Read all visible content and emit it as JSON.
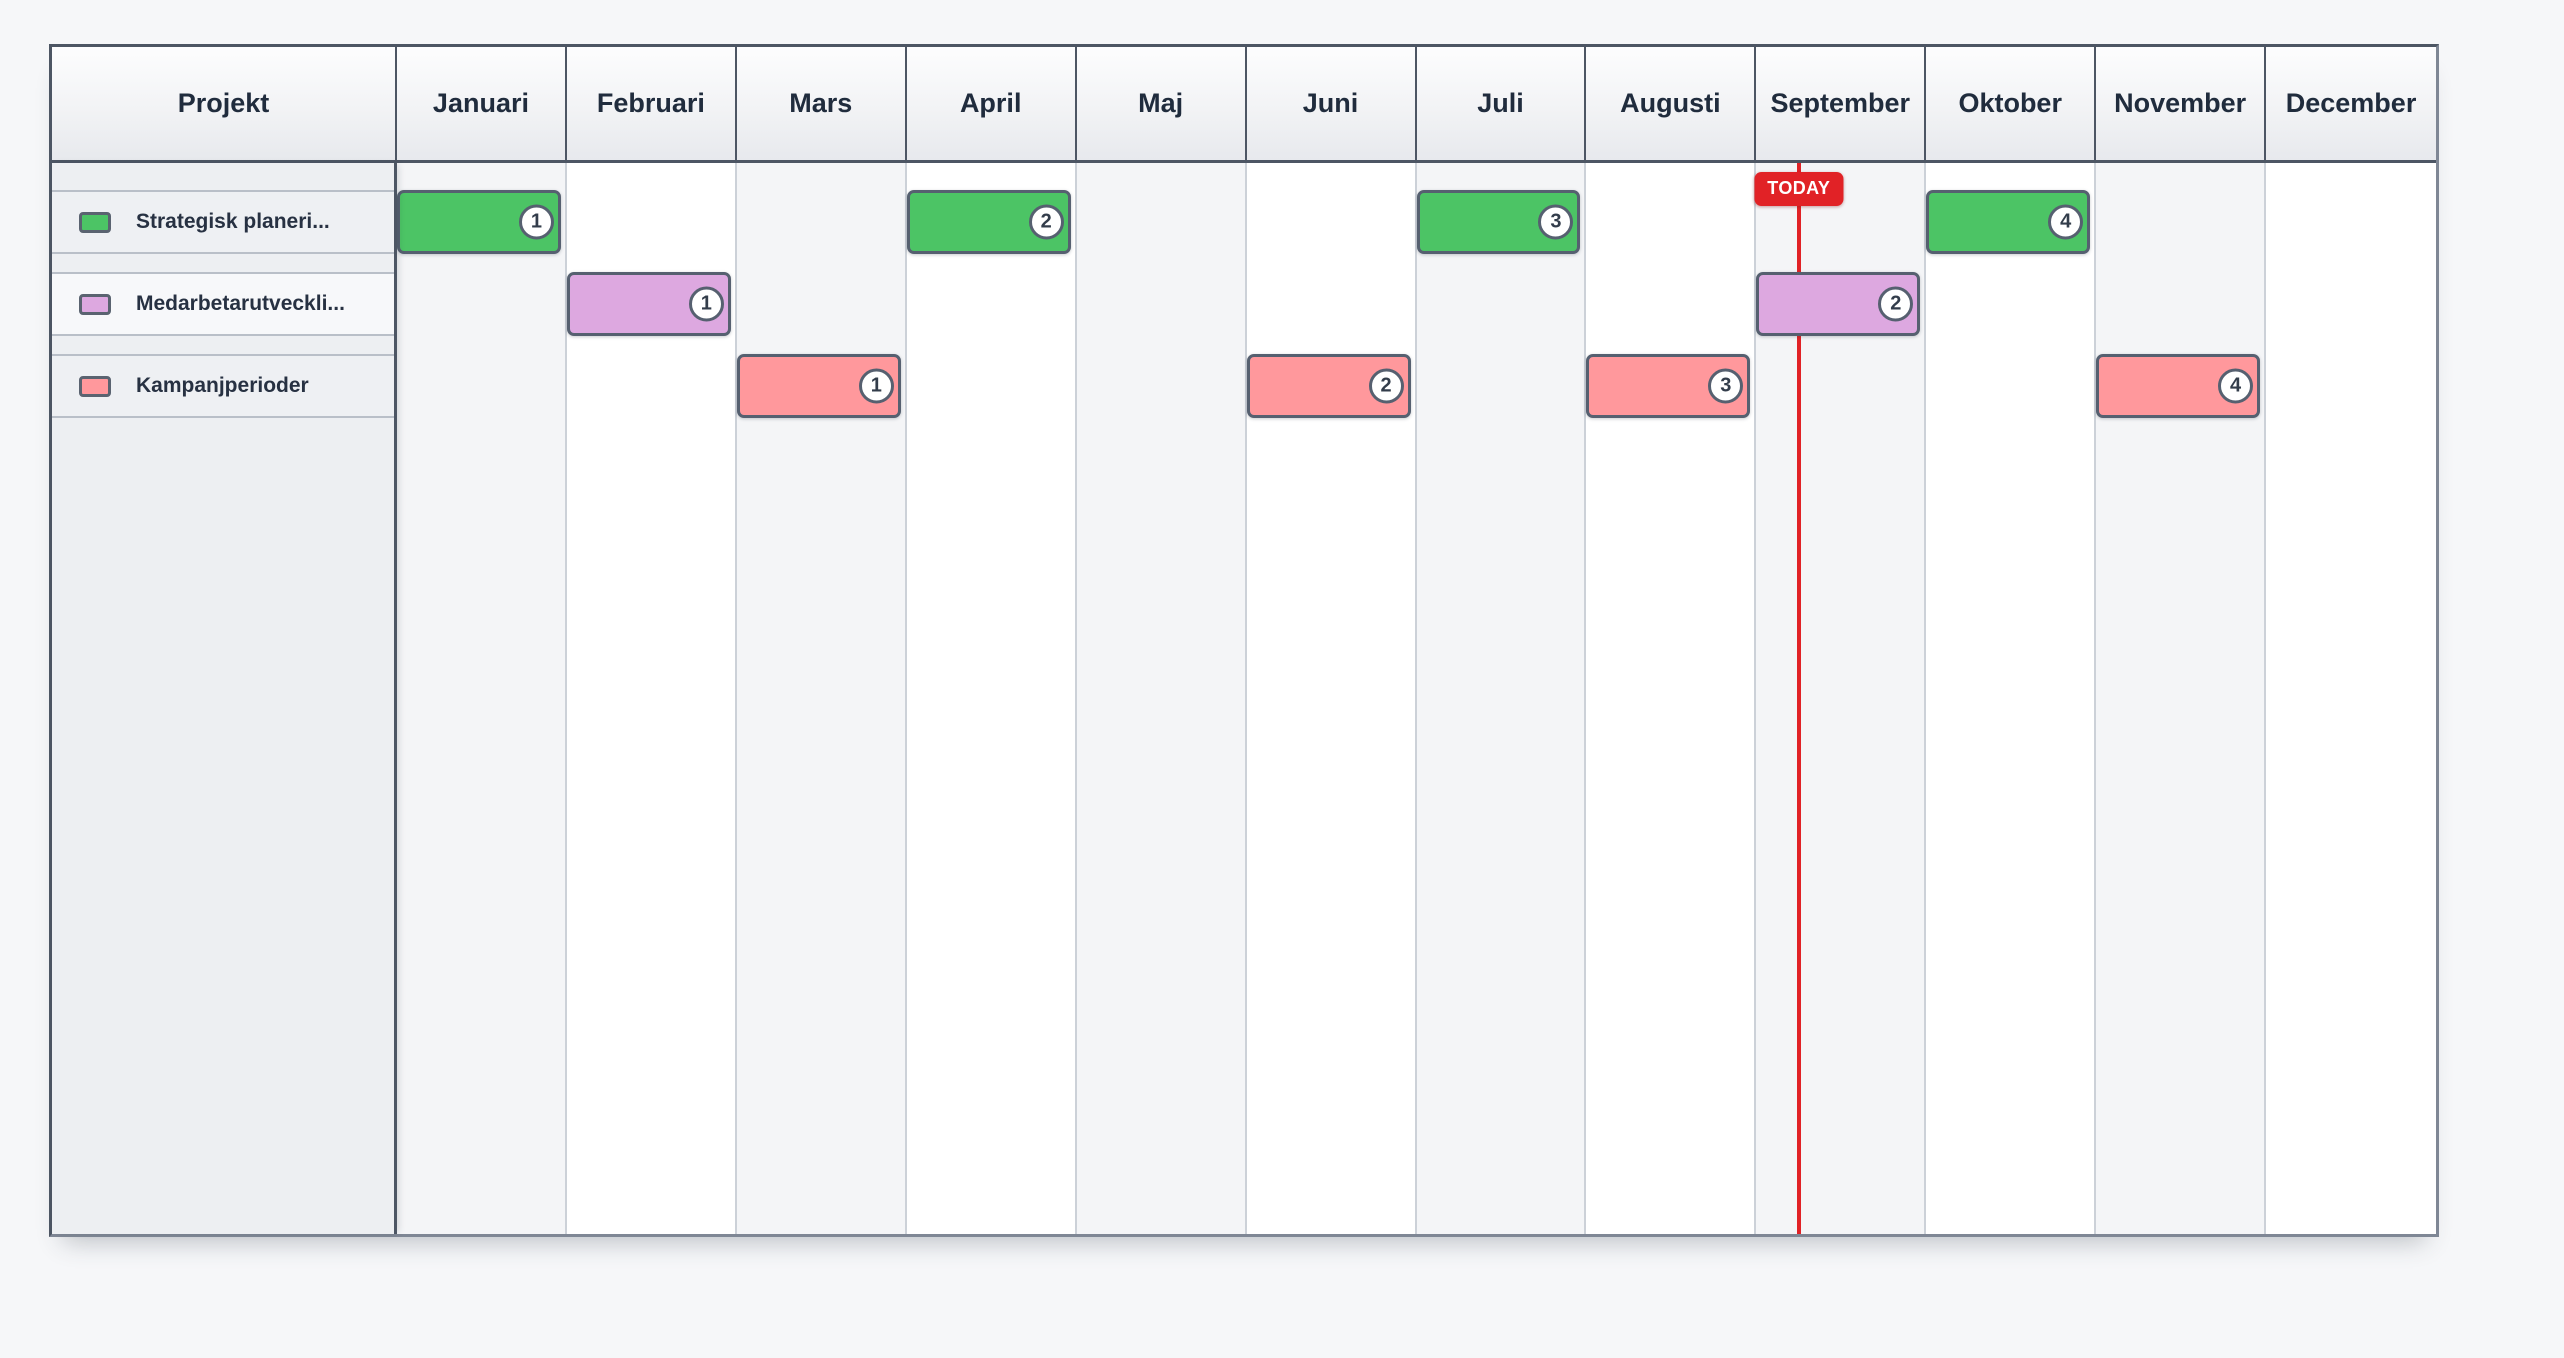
{
  "header": {
    "project_column_label": "Projekt"
  },
  "today_marker": {
    "label": "TODAY"
  },
  "chart_data": {
    "type": "gantt",
    "title": "",
    "x_axis": {
      "unit": "months",
      "categories": [
        "Januari",
        "Februari",
        "Mars",
        "April",
        "Maj",
        "Juni",
        "Juli",
        "Augusti",
        "September",
        "Oktober",
        "November",
        "December"
      ]
    },
    "rows": [
      {
        "name": "Strategisk planeri...",
        "color": "#4cc465",
        "periods": [
          {
            "month": "Januari",
            "badge": "1"
          },
          {
            "month": "April",
            "badge": "2"
          },
          {
            "month": "Juli",
            "badge": "3"
          },
          {
            "month": "Oktober",
            "badge": "4"
          }
        ]
      },
      {
        "name": "Medarbetarutveckli...",
        "color": "#dda8e0",
        "periods": [
          {
            "month": "Februari",
            "badge": "1"
          },
          {
            "month": "September",
            "badge": "2"
          }
        ]
      },
      {
        "name": "Kampanjperioder",
        "color": "#ff989c",
        "periods": [
          {
            "month": "Mars",
            "badge": "1"
          },
          {
            "month": "Juni",
            "badge": "2"
          },
          {
            "month": "Augusti",
            "badge": "3"
          },
          {
            "month": "November",
            "badge": "4"
          }
        ]
      }
    ],
    "today": {
      "month": "September",
      "fraction_into_month": 0.253,
      "color": "#e12226"
    },
    "layout": {
      "legend_position": "left",
      "grid": "monthly-columns",
      "odd_month_fill": "#f4f5f7",
      "even_month_fill": "#ffffff"
    }
  },
  "colors": {
    "page_background": "#f6f7f9",
    "table_border_dark": "#4d5664",
    "bar_border": "#566070",
    "column_separator": "#ccd1d8",
    "header_text": "#202c3d",
    "today_red": "#e12226"
  }
}
